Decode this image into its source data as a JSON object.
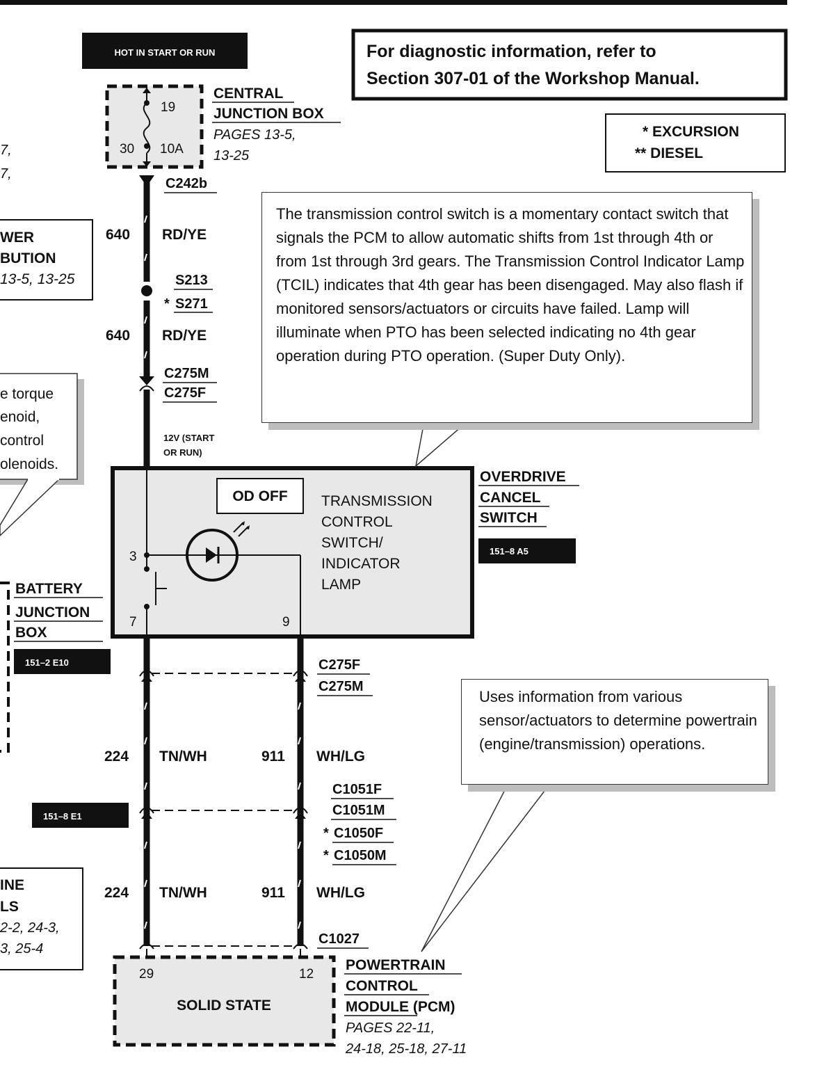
{
  "header": {
    "hot_label": "HOT IN START OR RUN",
    "diag_line1": "For diagnostic information, refer to",
    "diag_line2": "Section 307-01 of the Workshop Manual."
  },
  "legend": {
    "line1": "* EXCURSION",
    "line2": "** DIESEL"
  },
  "left_partial": {
    "frag_a": "7,",
    "frag_b": "7,",
    "power_dist_line1": "WER",
    "power_dist_line2": "BUTION",
    "power_dist_pages": "13-5, 13-25",
    "torque_note_lines": [
      "e torque",
      "enoid,",
      "control",
      "olenoids."
    ],
    "battery_line1": "BATTERY",
    "battery_line2": "JUNCTION",
    "battery_line3": "BOX",
    "battery_ref": "151–2 E10",
    "engine_line1": "INE",
    "engine_line2": "LS",
    "engine_pages1": "2-2, 24-3,",
    "engine_pages2": "3, 25-4",
    "ref_e1": "151–8 E1"
  },
  "central_junction": {
    "pin_top": "19",
    "pin_left": "30",
    "fuse": "10A",
    "name1": "CENTRAL",
    "name2": "JUNCTION BOX",
    "pages1": "PAGES 13-5,",
    "pages2": "13-25"
  },
  "connectors": {
    "c242b": "C242b",
    "s213": "S213",
    "s271": "S271",
    "c275m_top": "C275M",
    "c275f_top": "C275F",
    "c275f_mid": "C275F",
    "c275m_mid": "C275M",
    "c1051f": "C1051F",
    "c1051m": "C1051M",
    "c1050f": "C1050F",
    "c1050m": "C1050M",
    "c1027": "C1027",
    "asterisk": "*"
  },
  "wires": {
    "w640a_num": "640",
    "w640a_color": "RD/YE",
    "w640b_num": "640",
    "w640b_color": "RD/YE",
    "w224a_num": "224",
    "w224a_color": "TN/WH",
    "w911a_num": "911",
    "w911a_color": "WH/LG",
    "w224b_num": "224",
    "w224b_color": "TN/WH",
    "w911b_num": "911",
    "w911b_color": "WH/LG"
  },
  "voltage_line1": "12V (START",
  "voltage_line2": "OR RUN)",
  "tcs_note": "The transmission control switch is a momentary contact switch that signals the PCM to allow automatic shifts from 1st through 4th or from 1st through 3rd gears. The Transmission Control Indicator Lamp (TCIL) indicates that 4th gear has been disengaged. May also flash if monitored sensors/actuators or circuits have failed. Lamp will illuminate when PTO has been selected indicating no 4th gear operation during PTO operation. (Super Duty Only).",
  "switch": {
    "od_off": "OD OFF",
    "desc1": "TRANSMISSION",
    "desc2": "CONTROL",
    "desc3": "SWITCH/",
    "desc4": "INDICATOR",
    "desc5": "LAMP",
    "pin3": "3",
    "pin7": "7",
    "pin9": "9",
    "name1": "OVERDRIVE",
    "name2": "CANCEL",
    "name3": "SWITCH",
    "ref": "151–8 A5"
  },
  "pcm_note": "Uses information from various sensor/actuators to determine powertrain (engine/transmission) operations.",
  "pcm": {
    "pin29": "29",
    "pin12": "12",
    "body": "SOLID STATE",
    "name1": "POWERTRAIN",
    "name2": "CONTROL",
    "name3": "MODULE",
    "name3b": " (PCM)",
    "pages1": "PAGES 22-11,",
    "pages2": "24-18, 25-18, 27-11"
  }
}
